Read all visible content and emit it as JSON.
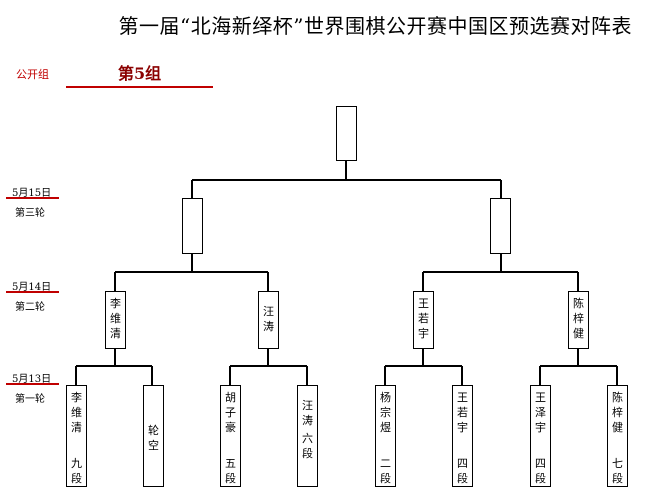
{
  "title": "第一届“北海新绎杯”世界围棋公开赛中国区预选赛对阵表",
  "group_label": "公开组",
  "group_name": "第5组",
  "rounds": [
    {
      "date": "5月15日",
      "name": "第三轮"
    },
    {
      "date": "5月14日",
      "name": "第二轮"
    },
    {
      "date": "5月13日",
      "name": "第一轮"
    }
  ],
  "round1": [
    {
      "name": "李维清",
      "rank": "九段"
    },
    {
      "name": "轮空",
      "rank": ""
    },
    {
      "name": "胡子豪",
      "rank": "五段"
    },
    {
      "name": "汪涛",
      "rank": "六段"
    },
    {
      "name": "杨宗煜",
      "rank": "二段"
    },
    {
      "name": "王若宇",
      "rank": "四段"
    },
    {
      "name": "王泽宇",
      "rank": "四段"
    },
    {
      "name": "陈梓健",
      "rank": "七段"
    }
  ],
  "round2": [
    "李维清",
    "汪涛",
    "王若宇",
    "陈梓健"
  ],
  "round3": [
    "",
    ""
  ],
  "final": [
    ""
  ]
}
